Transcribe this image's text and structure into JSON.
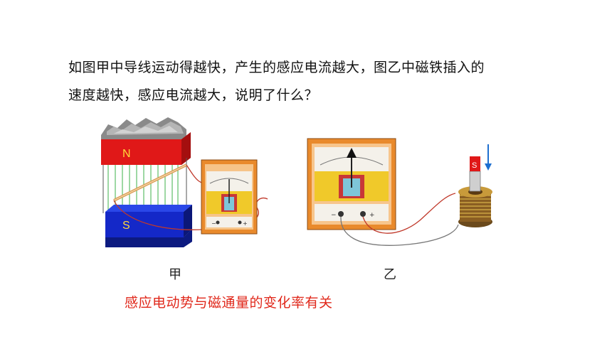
{
  "question": {
    "line1": "如图甲中导线运动得越快，产生的感应电流越大，图乙中磁铁插入的",
    "line2": "速度越快，感应电流越大，说明了什么？"
  },
  "figure_a": {
    "caption": "甲",
    "north_label": "N",
    "south_label": "S",
    "meter_minus": "−",
    "meter_plus": "+"
  },
  "figure_b": {
    "caption": "乙",
    "magnet_label": "S",
    "meter_minus": "−",
    "meter_plus": "+"
  },
  "answer": "感应电动势与磁通量的变化率有关",
  "colors": {
    "north_pole": "#e01818",
    "south_pole": "#1428c8",
    "meter_frame": "#e98a2c",
    "answer_text": "#e0281b"
  }
}
